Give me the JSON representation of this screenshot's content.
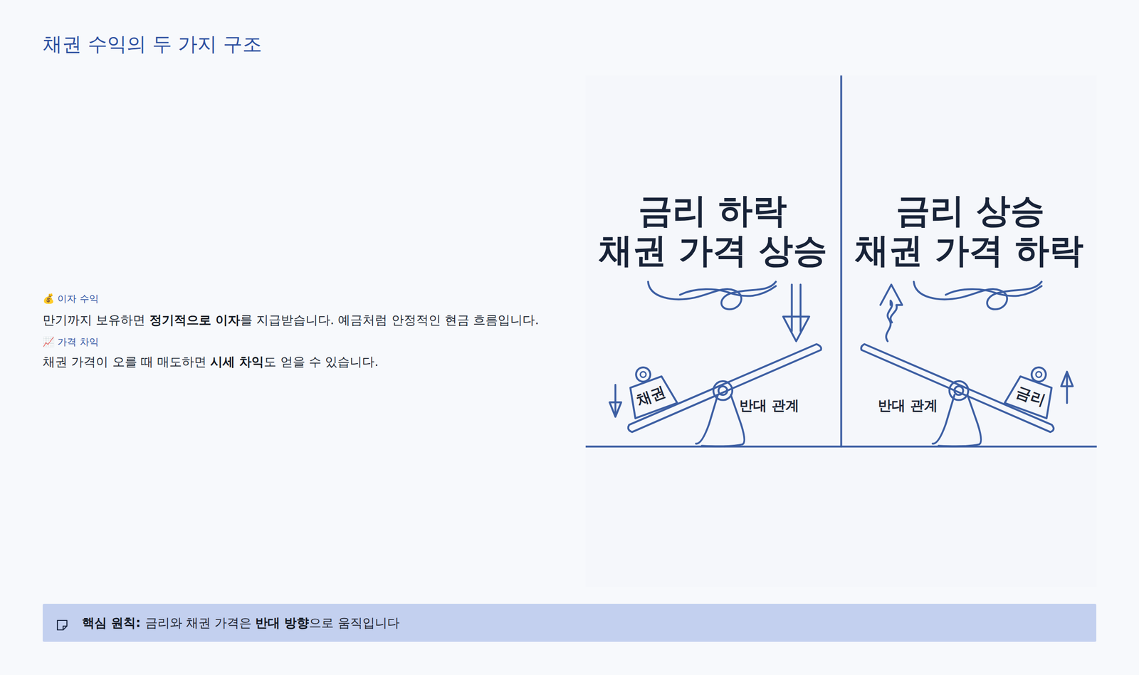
{
  "diagram": {
    "title": "채권 수익의 두 가지 구조",
    "nodes": [
      {
        "text": [
          "채권"
        ]
      },
      {
        "text": [
          "금리"
        ]
      },
      {
        "text": [
          "핵심 원칙: ",
          "금리와 채권 가격은 ",
          "반대 방향",
          "으로 움직입니다"
        ]
      }
    ],
    "labels": [
      "💰 이자 수익",
      "만기까지 보유하면 ",
      "정기적으로 이자",
      "를 지급받습니다. 예금처럼 안정적인 현금 흐름입니다.",
      "📈 가격 차익",
      "채권 가격이 오를 때 매도하면 ",
      "시세 차익",
      "도 얻을 수 있습니다.",
      "금리 하락",
      "채권 가격 상승",
      "금리 상승",
      "채권 가격 하락",
      "반대 관계",
      "반대 관계"
    ]
  }
}
